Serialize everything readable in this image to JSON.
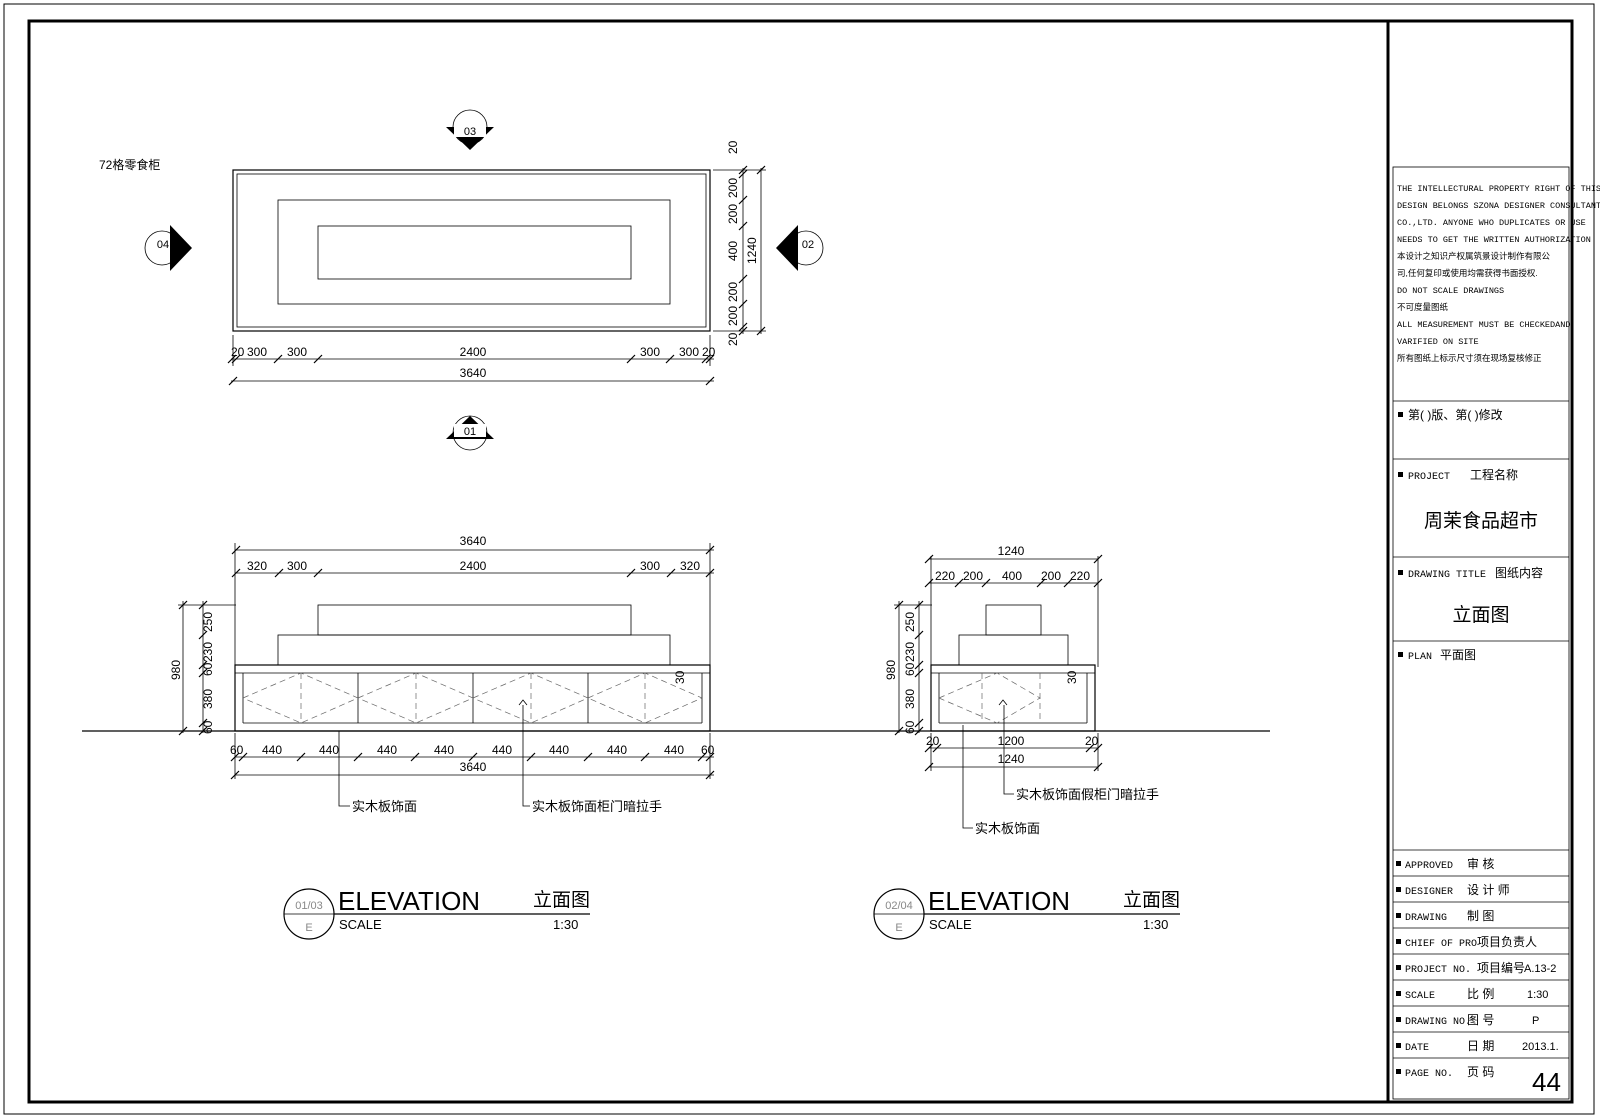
{
  "plan": {
    "title": "72格零食柜",
    "dims_bottom": [
      "20",
      "300",
      "300",
      "2400",
      "300",
      "300",
      "20"
    ],
    "total_bottom": "3640",
    "dims_right": [
      "20",
      "200",
      "200",
      "400",
      "200",
      "200",
      "20"
    ],
    "total_right": "1240",
    "markers": [
      "03",
      "04",
      "02",
      "01"
    ]
  },
  "elev1": {
    "top_total": "3640",
    "top_dims": [
      "320",
      "300",
      "2400",
      "300",
      "320"
    ],
    "left_dims": [
      "250",
      "230",
      "60",
      "380",
      "60"
    ],
    "left_total": "980",
    "right_dim": "30",
    "bottom_dims": [
      "60",
      "440",
      "440",
      "440",
      "440",
      "440",
      "440",
      "440",
      "440",
      "60"
    ],
    "bottom_total": "3640",
    "note1": "实木板饰面",
    "note2": "实木板饰面柜门暗拉手",
    "title_en": "ELEVATION",
    "title_cn": "立面图",
    "scale_label": "SCALE",
    "scale": "1:30",
    "tag_top": "01/03",
    "tag_bottom": "E"
  },
  "elev2": {
    "top_total": "1240",
    "top_dims": [
      "220",
      "200",
      "400",
      "200",
      "220"
    ],
    "left_dims": [
      "250",
      "230",
      "60",
      "380",
      "60"
    ],
    "left_total": "980",
    "right_dim": "30",
    "bottom_dims": [
      "20",
      "1200",
      "20"
    ],
    "bottom_total": "1240",
    "note1": "实木板饰面假柜门暗拉手",
    "note2": "实木板饰面",
    "title_en": "ELEVATION",
    "title_cn": "立面图",
    "scale_label": "SCALE",
    "scale": "1:30",
    "tag_top": "02/04",
    "tag_bottom": "E"
  },
  "title_block": {
    "notice_lines": [
      "THE INTELLECTURAL PROPERTY RIGHT OF THIS",
      "DESIGN BELONGS SZONA DESIGNER CONSULTANT",
      "CO.,LTD. ANYONE WHO DUPLICATES OR USE",
      "NEEDS TO GET THE WRITTEN AUTHORIZATION",
      "本设计之知识产权属筑景设计制作有限公",
      "司,任何复印或使用均需获得书面授权.",
      "DO NOT SCALE DRAWINGS",
      "不可度量图纸",
      "ALL MEASUREMENT MUST BE CHECKEDAND",
      "VARIFIED ON SITE",
      "所有图纸上标示尺寸须在现场复核修正"
    ],
    "revision": "第(      )版、第(      )修改",
    "project_label": "PROJECT",
    "project_label_cn": "工程名称",
    "project_name": "周茉食品超市",
    "drawing_title_label": "DRAWING TITLE",
    "drawing_title_label_cn": "图纸内容",
    "drawing_title": "立面图",
    "plan_label": "PLAN",
    "plan_label_cn": "平面图",
    "rows": [
      {
        "label": "APPROVED",
        "cn": "审  核",
        "value": ""
      },
      {
        "label": "DESIGNER",
        "cn": "设 计 师",
        "value": ""
      },
      {
        "label": "DRAWING",
        "cn": "制    图",
        "value": ""
      },
      {
        "label": "CHIEF OF PRO",
        "cn": "项目负责人",
        "value": ""
      },
      {
        "label": "PROJECT NO.",
        "cn": "项目编号",
        "value": "A.13-2"
      },
      {
        "label": "SCALE",
        "cn": "比    例",
        "value": "1:30"
      },
      {
        "label": "DRAWING NO.",
        "cn": "图    号",
        "value": "P"
      },
      {
        "label": "DATE",
        "cn": "日    期",
        "value": "2013.1."
      },
      {
        "label": "PAGE NO.",
        "cn": "页    码",
        "value": ""
      }
    ],
    "page_number": "44"
  }
}
